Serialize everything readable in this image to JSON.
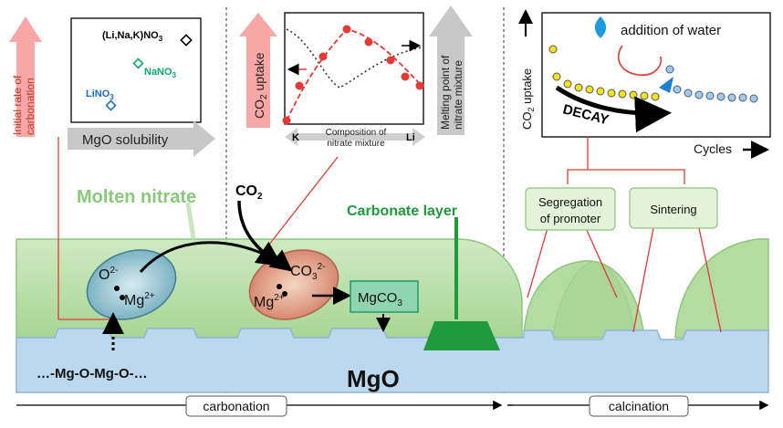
{
  "panel1": {
    "arrow_label_line1": "Initial rate of",
    "arrow_label_line2": "carbonation",
    "box_label_mix": "(Li,Na,K)NO",
    "box_label_mix_sub": "3",
    "box_label_na": "NaNO",
    "box_label_na_sub": "3",
    "box_label_li": "LiNO",
    "box_label_li_sub": "3",
    "bottom_arrow_label": "MgO solubility",
    "colors": {
      "mix": "#000000",
      "na": "#0aa86b",
      "li": "#1a6fc9",
      "red_arrow": "#f7a7a5",
      "gray_arrow": "#c8c8c8"
    }
  },
  "panel2": {
    "left_arrow_label": "CO",
    "left_arrow_label_sub": "2",
    "left_arrow_label_tail": " uptake",
    "right_arrow_label_line1": "Melting point of",
    "right_arrow_label_line2": "nitrate mixture",
    "axis_left": "K",
    "axis_right": "Li",
    "axis_caption_line1": "Composition of",
    "axis_caption_line2": "nitrate mixture"
  },
  "panel3": {
    "y_label_prefix": "CO",
    "y_label_sub": "2",
    "y_label_tail": " uptake",
    "annotation": "addition of water",
    "decay_label": "DECAY",
    "x_label": "Cycles",
    "colors": {
      "yellow": "#f2e21b",
      "blue_dots": "#a9c8e3",
      "drop": "#1e9be0"
    }
  },
  "main": {
    "molten_label": "Molten nitrate",
    "co2_label": "CO",
    "co2_label_sub": "2",
    "carbonate_label": "Carbonate layer",
    "o_ion": "O",
    "o_ion_sup": "2-",
    "mg_ion": "Mg",
    "mg_ion_sup": "2+",
    "co3_ion": "CO",
    "co3_ion_sub": "3",
    "co3_ion_sup": "2-",
    "mg_ion2": "Mg",
    "mg_ion2_sup": "2+",
    "mgco3": "MgCO",
    "mgco3_sub": "3",
    "lattice": "…-Mg-O-Mg-O-…",
    "mgo_label": "MgO",
    "segregation_line1": "Segregation",
    "segregation_line2": "of promoter",
    "sintering": "Sintering",
    "colors": {
      "molten": "#bfe1b0",
      "molten_edge": "#7bbf6a",
      "mgo": "#bcd8ef",
      "carbonate": "#1f9a3c",
      "label_green": "#7dc46e"
    }
  },
  "timeline": {
    "left_label": "carbonation",
    "right_label": "calcination"
  }
}
